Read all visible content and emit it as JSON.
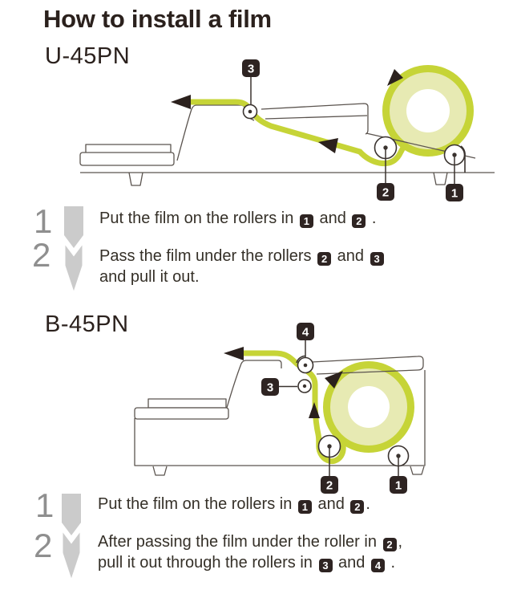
{
  "title": "How to install a film",
  "colors": {
    "film_green": "#c6d437",
    "film_pale": "#e7eab3",
    "badge_bg": "#2e2422",
    "outline": "#5b544f",
    "ink": "#2b211d",
    "body_text": "#353028",
    "step_number_gray": "#8f8f8f",
    "chevron_gray": "#cbcbcb"
  },
  "sections": [
    {
      "model": "U-45PN",
      "badges": {
        "b1": "1",
        "b2": "2",
        "b3": "3"
      },
      "steps": {
        "s1": {
          "num": "1",
          "l1": {
            "p0": "Put the film on the rollers in ",
            "b0": "1",
            "p1": " and ",
            "b1": "2",
            "p2": " ."
          }
        },
        "s2": {
          "num": "2",
          "l1": {
            "p0": "Pass the film under the rollers ",
            "b0": "2",
            "p1": " and ",
            "b1": "3"
          },
          "l2": {
            "p0": "and pull it out."
          }
        }
      }
    },
    {
      "model": "B-45PN",
      "badges": {
        "b1": "1",
        "b2": "2",
        "b3": "3",
        "b4": "4"
      },
      "steps": {
        "s1": {
          "num": "1",
          "l1": {
            "p0": "Put the film on the rollers in ",
            "b0": "1",
            "p1": " and ",
            "b1": "2",
            "p2": "."
          }
        },
        "s2": {
          "num": "2",
          "l1": {
            "p0": "After passing the film under the roller in ",
            "b0": "2",
            "p1": ","
          },
          "l2": {
            "p0": "pull it out through the rollers in ",
            "b0": "3",
            "p1": " and ",
            "b1": "4",
            "p2": " ."
          }
        }
      }
    }
  ]
}
